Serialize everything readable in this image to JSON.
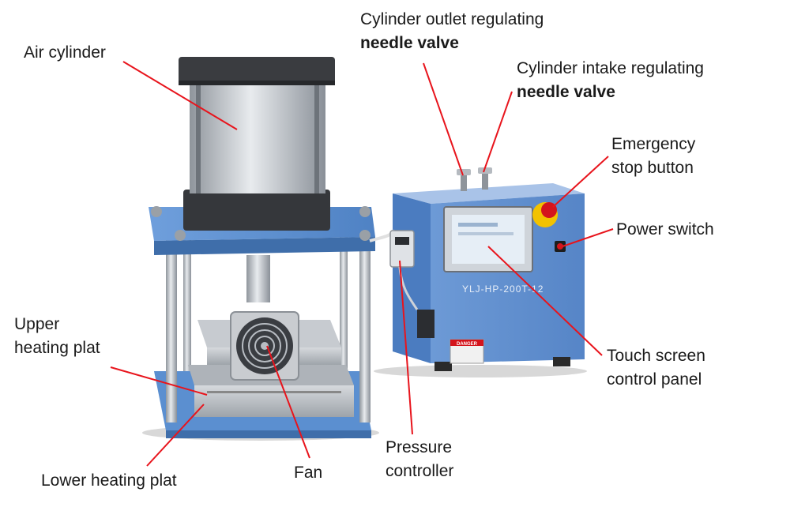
{
  "labels": {
    "air_cylinder": "Air cylinder",
    "outlet_valve_line1": "Cylinder outlet regulating",
    "outlet_valve_line2": "needle valve",
    "intake_valve_line1": "Cylinder intake regulating",
    "intake_valve_line2": "needle valve",
    "estop_line1": "Emergency",
    "estop_line2": "stop button",
    "power_switch": "Power switch",
    "upper_plate_line1": "Upper",
    "upper_plate_line2": "heating plat",
    "touch_line1": "Touch screen",
    "touch_line2": "control panel",
    "pressure_line1": "Pressure",
    "pressure_line2": "controller",
    "fan": "Fan",
    "lower_plate": "Lower heating plat"
  },
  "device": {
    "model_plate": "YLJ-HP-200T-12",
    "warning_tag": "DANGER"
  },
  "colors": {
    "leader_line": "#e8141c",
    "frame_blue": "#5b8fd0",
    "cylinder_dark": "#3a3c40",
    "steel": "#b9bec4"
  }
}
